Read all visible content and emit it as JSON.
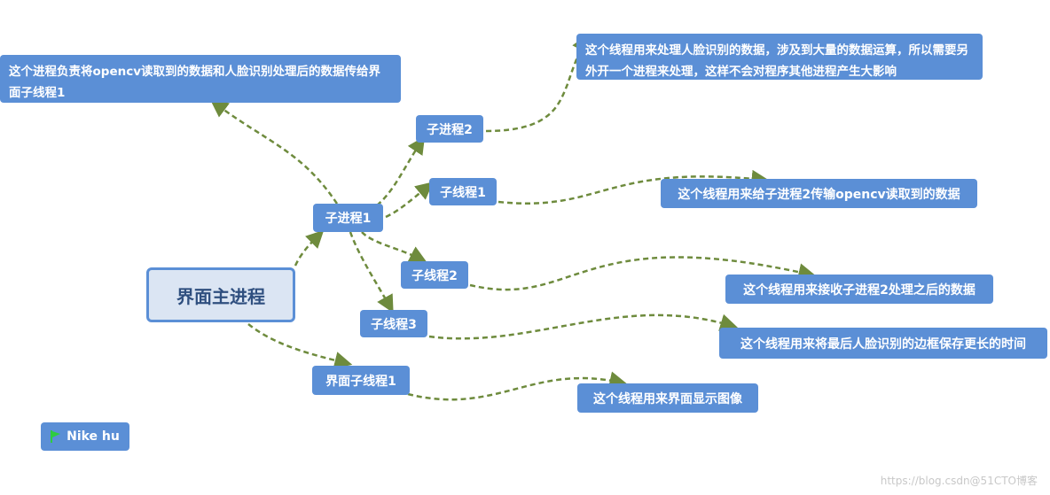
{
  "colors": {
    "node_fill": "#5b8fd6",
    "root_fill": "#dbe5f3",
    "root_border": "#5b8fd6",
    "root_text": "#2f4f7f",
    "connector": "#6e8b3d",
    "flag": "#2ecc40"
  },
  "root": {
    "label": "界面主进程"
  },
  "process1": {
    "label": "子进程1"
  },
  "process2": {
    "label": "子进程2"
  },
  "thread1": {
    "label": "子线程1"
  },
  "thread2": {
    "label": "子线程2"
  },
  "thread3": {
    "label": "子线程3"
  },
  "ui_thread1": {
    "label": "界面子线程1"
  },
  "notes": {
    "process1_note": "这个进程负责将opencv读取到的数据和人脸识别处理后的数据传给界面子线程1",
    "process2_note": "这个线程用来处理人脸识别的数据，涉及到大量的数据运算，所以需要另外开一个进程来处理，这样不会对程序其他进程产生大影响",
    "thread1_note": "这个线程用来给子进程2传输opencv读取到的数据",
    "thread2_note": "这个线程用来接收子进程2处理之后的数据",
    "thread3_note": "这个线程用来将最后人脸识别的边框保存更长的时间",
    "ui_thread1_note": "这个线程用来界面显示图像"
  },
  "author": {
    "label": "Nike hu",
    "icon": "flag-icon"
  },
  "watermark": "https://blog.csdn@51CTO博客"
}
